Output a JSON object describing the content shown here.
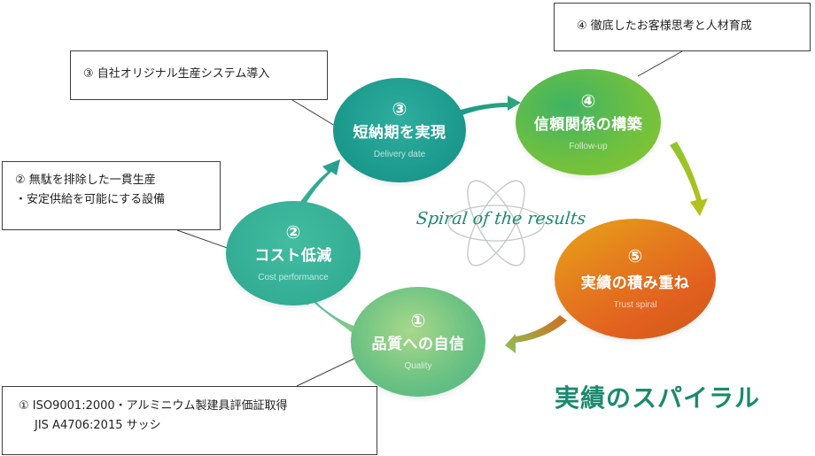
{
  "diagram": {
    "center_label": "Spiral of the results",
    "title": "実績のスパイラル",
    "nodes": [
      {
        "id": "1",
        "number": "①",
        "title": "品質への自信",
        "subtitle": "Quality",
        "color": "#6cc283"
      },
      {
        "id": "2",
        "number": "②",
        "title": "コスト低減",
        "subtitle": "Cost performance",
        "color": "#35b096"
      },
      {
        "id": "3",
        "number": "③",
        "title": "短納期を実現",
        "subtitle": "Delivery date",
        "color": "#1d9b8e"
      },
      {
        "id": "4",
        "number": "④",
        "title": "信頼関係の構築",
        "subtitle": "Follow-up",
        "color": "#6ec040"
      },
      {
        "id": "5",
        "number": "⑤",
        "title": "実績の積み重ね",
        "subtitle": "Trust spiral",
        "color": "#e47b1e"
      }
    ],
    "callouts": {
      "c1": {
        "line1": "① ISO9001:2000・アルミニウム製建具評価証取得",
        "line2": "JIS A4706:2015 サッシ"
      },
      "c2": {
        "line1": "② 無駄を排除した一貫生産",
        "line2": "・安定供給を可能にする設備"
      },
      "c3": {
        "line1": "③ 自社オリジナル生産システム導入"
      },
      "c4": {
        "line1": "④ 徹底したお客様思考と人材育成"
      }
    }
  }
}
